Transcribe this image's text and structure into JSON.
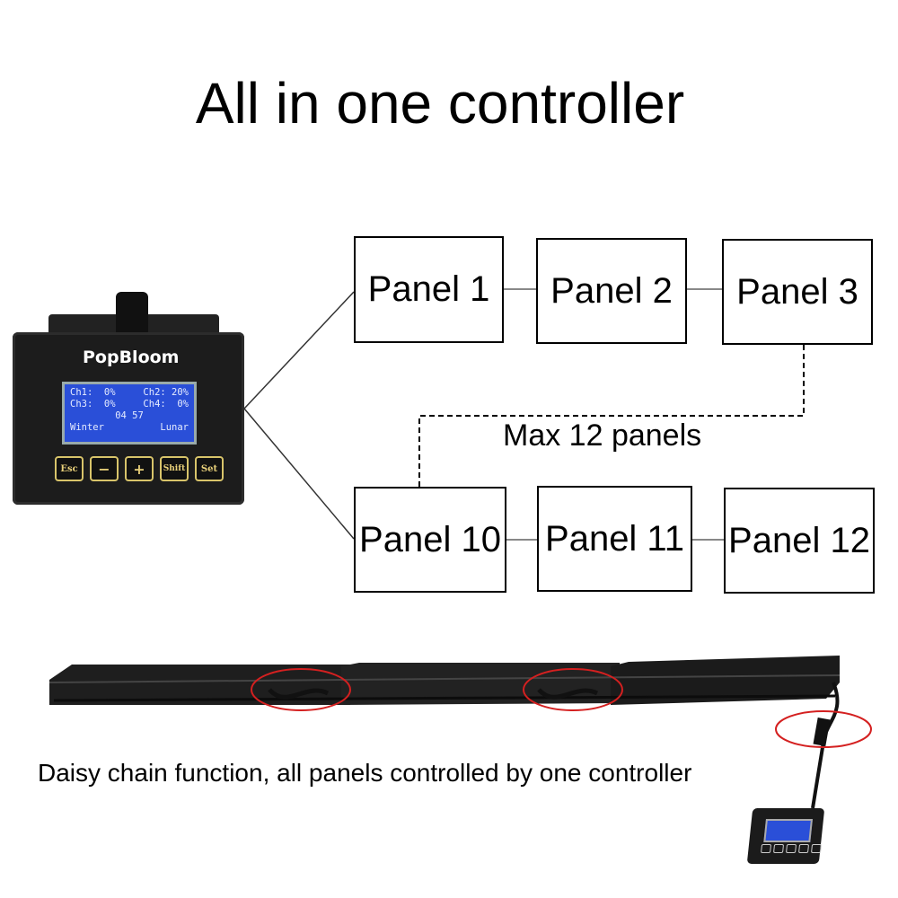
{
  "title": "All in one controller",
  "controller": {
    "brand": "PopBloom",
    "lcd": {
      "line1_left": "Ch1:  0%",
      "line1_right": "Ch2: 20%",
      "line2_left": "Ch3:  0%",
      "line2_right": "Ch4:  0%",
      "time": "04 57",
      "mode_left": "Winter",
      "mode_right": "Lunar"
    },
    "buttons": [
      "Esc",
      "−",
      "+",
      "Shift",
      "Set"
    ]
  },
  "panels": {
    "p1": "Panel 1",
    "p2": "Panel 2",
    "p3": "Panel 3",
    "p10": "Panel 10",
    "p11": "Panel 11",
    "p12": "Panel 12"
  },
  "max_label": "Max 12 panels",
  "caption": "Daisy chain function, all panels controlled by one controller",
  "colors": {
    "lcd": "#2a4fd8",
    "highlight_circle": "#d42020",
    "button_accent": "#d8c46a"
  }
}
